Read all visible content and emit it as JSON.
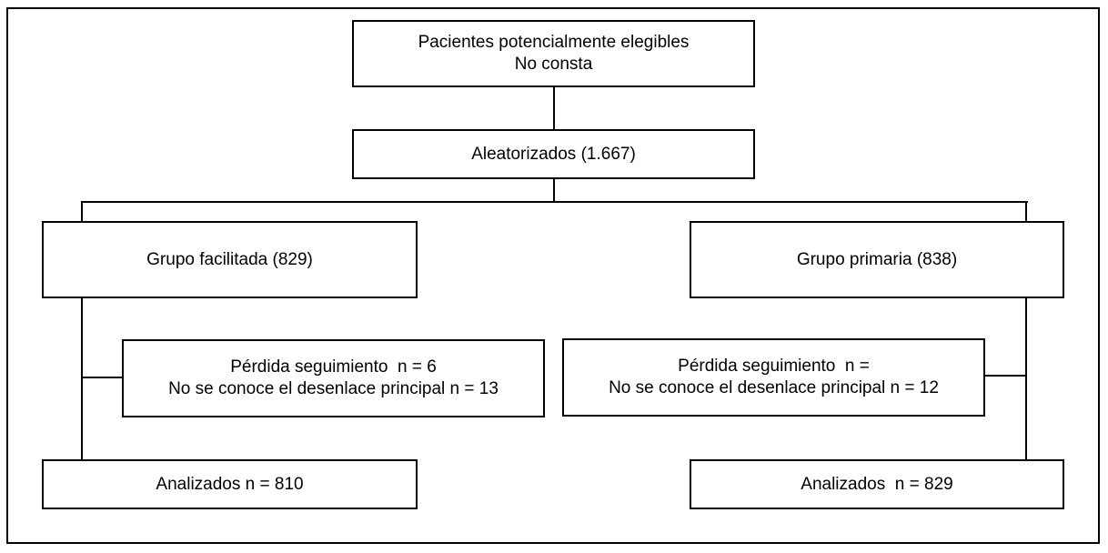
{
  "diagram": {
    "eligible": {
      "line1": "Pacientes potencialmente elegibles",
      "line2": "No consta"
    },
    "randomized": {
      "label": "Aleatorizados (1.667)"
    },
    "group_left": {
      "label": "Grupo facilitada (829)"
    },
    "group_right": {
      "label": "Grupo primaria (838)"
    },
    "loss_left": {
      "line1": "Pérdida seguimiento  n = 6",
      "line2": "No se conoce el desenlace principal n = 13"
    },
    "loss_right": {
      "line1": "Pérdida seguimiento  n =",
      "line2": "No se conoce el desenlace principal n = 12"
    },
    "analyzed_left": {
      "label": "Analizados n = 810"
    },
    "analyzed_right": {
      "label": "Analizados  n = 829"
    }
  }
}
